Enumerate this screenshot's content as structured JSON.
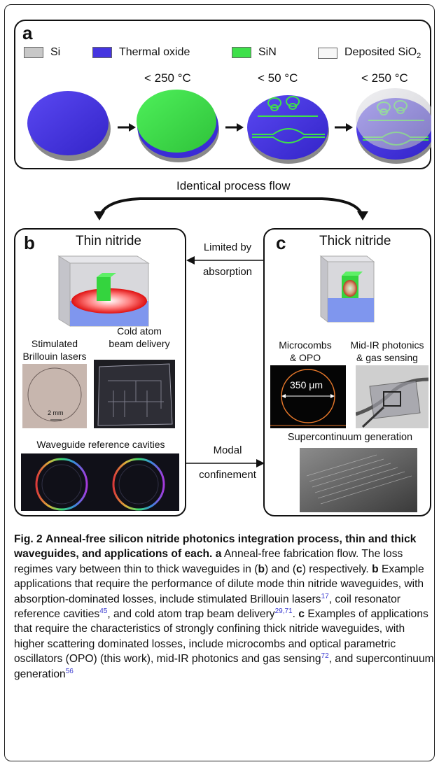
{
  "panel_a": {
    "letter": "a",
    "legend": [
      {
        "label": "Si",
        "color": "#c8c8c8"
      },
      {
        "label": "Thermal oxide",
        "color": "#4535e0"
      },
      {
        "label": "SiN",
        "color": "#3ee04a"
      },
      {
        "label": "Deposited SiO",
        "label_sub": "2",
        "color": "#f7f7f7"
      }
    ],
    "temperatures": [
      "< 250 °C",
      "< 50 °C",
      "< 250 °C"
    ]
  },
  "flow_label": "Identical process flow",
  "panel_b": {
    "letter": "b",
    "title": "Thin nitride",
    "app1_line1": "Stimulated",
    "app1_line2": "Brillouin lasers",
    "app2_line1": "Cold atom",
    "app2_line2": "beam delivery",
    "scale_label": "2 mm",
    "app3": "Waveguide reference cavities"
  },
  "panel_c": {
    "letter": "c",
    "title": "Thick nitride",
    "app1_line1": "Microcombs",
    "app1_line2": "& OPO",
    "app2_line1": "Mid-IR photonics",
    "app2_line2": "& gas sensing",
    "scale_label": "350 μm",
    "app3": "Supercontinuum generation"
  },
  "arrow_top_line1": "Limited by",
  "arrow_top_line2": "absorption",
  "arrow_bottom_line1": "Modal",
  "arrow_bottom_line2": "confinement",
  "caption": {
    "fig": "Fig. 2",
    "title": "Anneal-free silicon nitride photonics integration process, thin and thick waveguides, and applications of each.",
    "a_letter": "a",
    "a_text_1": "Anneal-free fabrication flow. The loss regimes vary between thin to thick waveguides in (",
    "a_b": "b",
    "a_text_2": ") and (",
    "a_c": "c",
    "a_text_3": ") respectively.",
    "b_letter": "b",
    "b_text_1": "Example applications that require the performance of dilute mode thin nitride waveguides, with absorption-dominated losses, include stimulated Brillouin lasers",
    "b_ref1": "17",
    "b_text_2": ", coil resonator reference cavities",
    "b_ref2": "45",
    "b_text_3": ", and cold atom trap beam delivery",
    "b_ref3": "29,71",
    "b_text_4": ".",
    "c_letter": "c",
    "c_text_1": "Examples of applications that require the characteristics of strongly confining thick nitride waveguides, with higher scattering dominated losses, include microcombs and optical parametric oscillators (OPO) (this work), mid-IR photonics and gas sensing",
    "c_ref1": "72",
    "c_text_2": ", and supercontinuum generation",
    "c_ref2": "56"
  }
}
